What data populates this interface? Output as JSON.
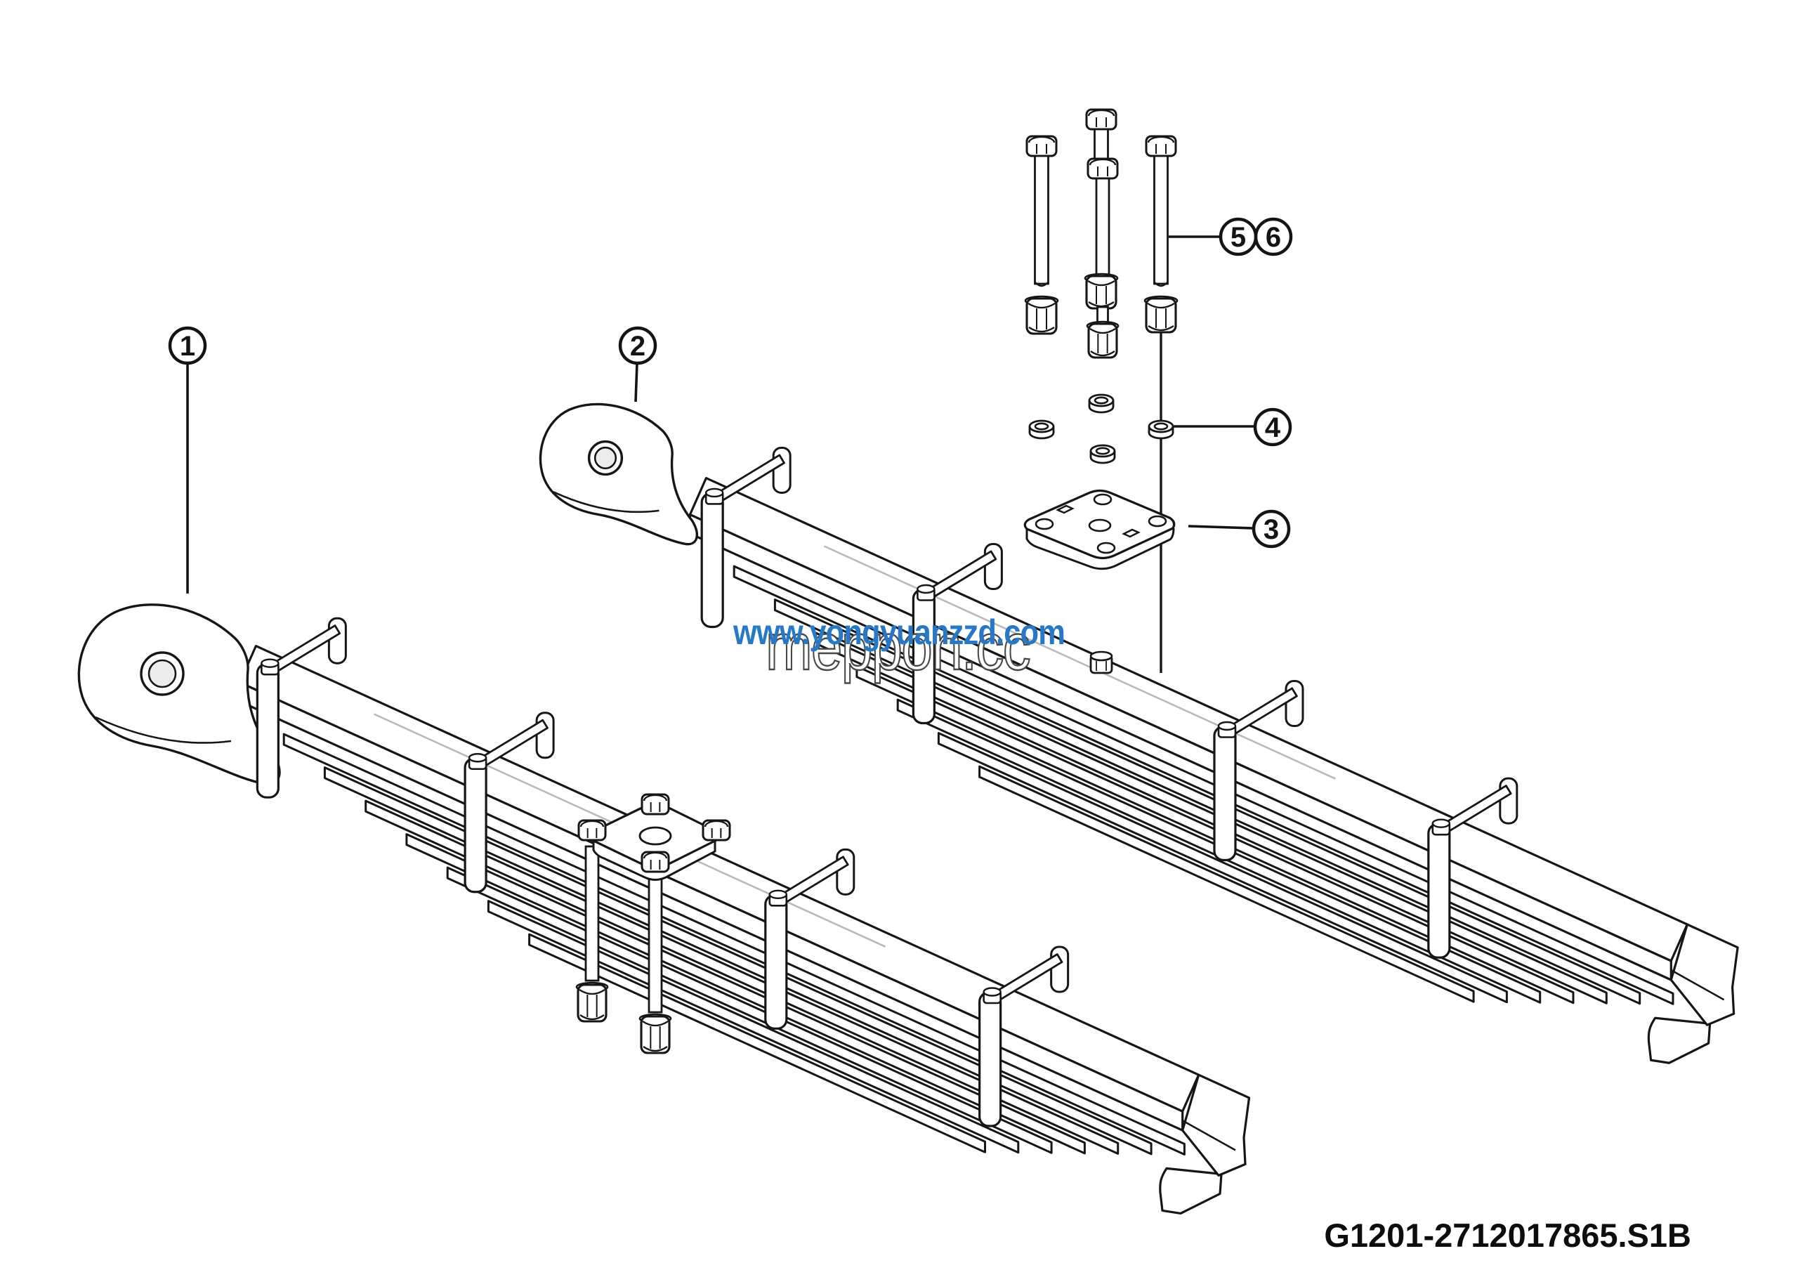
{
  "diagram": {
    "figure_code": "G1201-2712017865.S1B",
    "background": "#ffffff",
    "line_color": "#161616",
    "watermark": {
      "site_url": "www.yongyuanzzd.com",
      "brand": "meppon.cc",
      "blue": "#2878c8",
      "outline_stroke": "#474747"
    },
    "callouts": [
      {
        "label": "1"
      },
      {
        "label": "2"
      },
      {
        "label": "3"
      },
      {
        "label": "4"
      },
      {
        "label": "5"
      },
      {
        "label": "6"
      }
    ]
  }
}
